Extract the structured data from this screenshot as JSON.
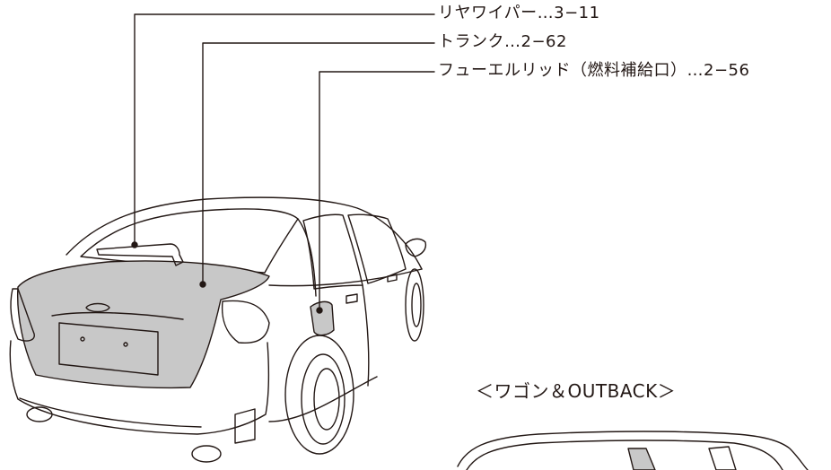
{
  "callouts": {
    "rear_wiper": "リヤワイパー…3−11",
    "trunk": "トランク…2−62",
    "fuel_lid": "フューエルリッド（燃料補給口）…2−56"
  },
  "wagon_heading": "＜ワゴン＆OUTBACK＞",
  "colors": {
    "line": "#231815",
    "highlight_fill": "#c8c8c8",
    "background": "#ffffff"
  }
}
